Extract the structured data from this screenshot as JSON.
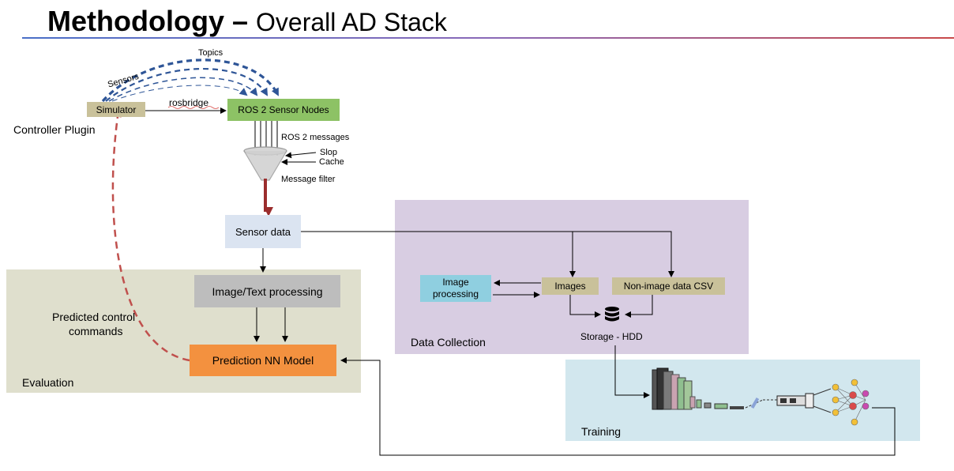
{
  "title": {
    "bold": "Methodology –",
    "rest": "Overall AD Stack"
  },
  "colors": {
    "title_rule_left": "#4a6fc7",
    "title_rule_right": "#c94a4a",
    "evaluation_bg": "#dfdfcd",
    "data_collection_bg": "#d8cde2",
    "training_bg": "#d2e7ee",
    "simulator_box": "#c9c19a",
    "ros_nodes_box": "#8dc265",
    "sensor_data_box": "#dbe4f1",
    "image_text_box": "#bdbdbd",
    "prediction_box": "#f3913f",
    "image_processing_box": "#8fcfe0",
    "images_box": "#c9c19a",
    "csv_box": "#c9c19a",
    "topics_arrow": "#2e5597",
    "control_arrow": "#c0504d",
    "filter_arrow": "#9b2d2d"
  },
  "nodes": {
    "simulator": "Simulator",
    "ros_nodes": "ROS 2 Sensor Nodes",
    "sensor_data": "Sensor data",
    "image_text": "Image/Text processing",
    "prediction": "Prediction NN Model",
    "image_processing": "Image processing",
    "images": "Images",
    "csv": "Non-image data CSV"
  },
  "labels": {
    "topics": "Topics",
    "sensors": "Sensors",
    "rosbridge": "rosbridge",
    "controller_plugin": "Controller Plugin",
    "ros_messages": "ROS 2 messages",
    "slop": "Slop",
    "cache": "Cache",
    "message_filter": "Message filter",
    "predicted_commands_line1": "Predicted control",
    "predicted_commands_line2": "commands",
    "storage": "Storage - HDD"
  },
  "regions": {
    "evaluation": "Evaluation",
    "data_collection": "Data Collection",
    "training": "Training"
  },
  "icons": [
    "database-icon",
    "funnel-icon",
    "cnn-layers-icon",
    "neural-network-icon"
  ]
}
